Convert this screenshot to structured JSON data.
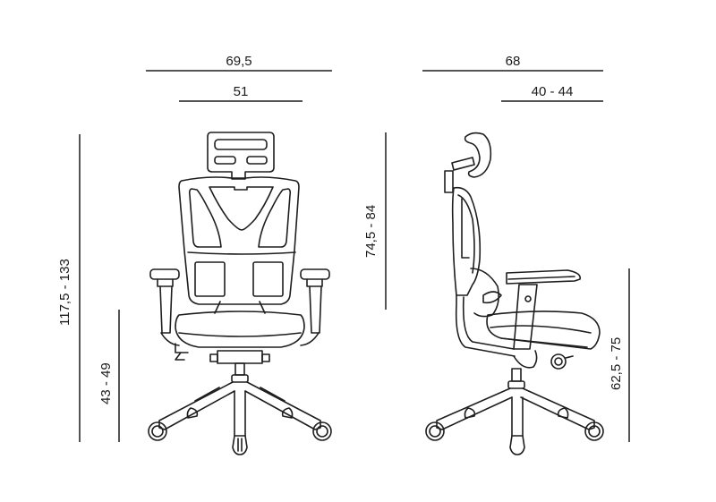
{
  "diagram": {
    "subject": "Office chair technical dimension drawing",
    "unit_note": "",
    "views": [
      {
        "name": "front-view"
      },
      {
        "name": "side-view"
      }
    ],
    "dimensions": {
      "front_overall_width": "69,5",
      "front_seat_width": "51",
      "side_overall_depth": "68",
      "side_seat_depth": "40 - 44",
      "overall_height": "117,5 - 133",
      "seat_height": "43 - 49",
      "backrest_height": "74,5 - 84",
      "armrest_height": "62,5 - 75"
    },
    "colors": {
      "line": "#555555",
      "drawing": "#1e1e1e",
      "background": "#ffffff"
    }
  }
}
